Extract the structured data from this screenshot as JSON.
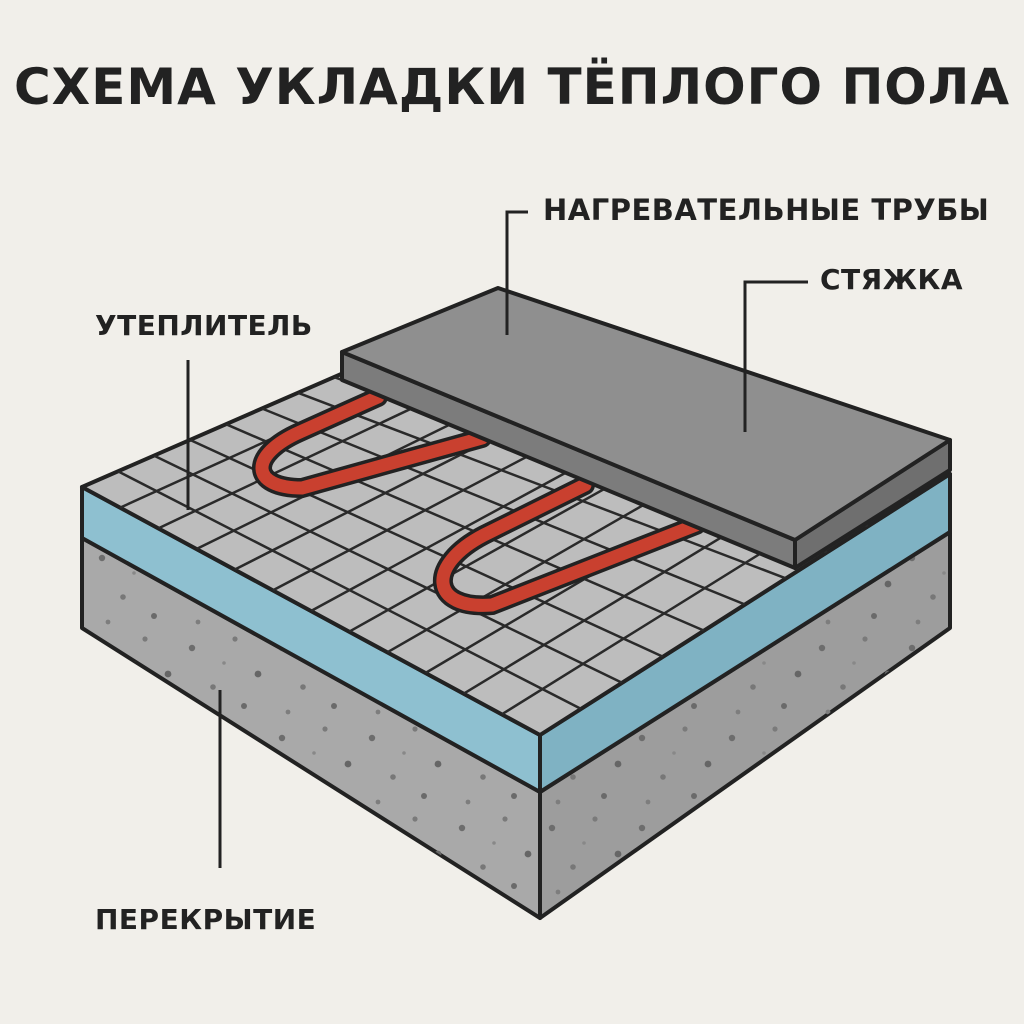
{
  "title": "СХЕМА УКЛАДКИ ТЁПЛОГО ПОЛА",
  "labels": {
    "pipes": "НАГРЕВАТЕЛЬНЫЕ ТРУБЫ",
    "screed": "СТЯЖКА",
    "insulation": "УТЕПЛИТЕЛЬ",
    "slab": "ПЕРЕКРЫТИЕ"
  },
  "colors": {
    "background": "#f1efea",
    "outline": "#222222",
    "slab": "#a8a8a8",
    "insulation": "#8ec0d0",
    "grid_surface": "#b8b8b8",
    "screed": "#8f8f8f",
    "pipe": "#c9402f"
  }
}
